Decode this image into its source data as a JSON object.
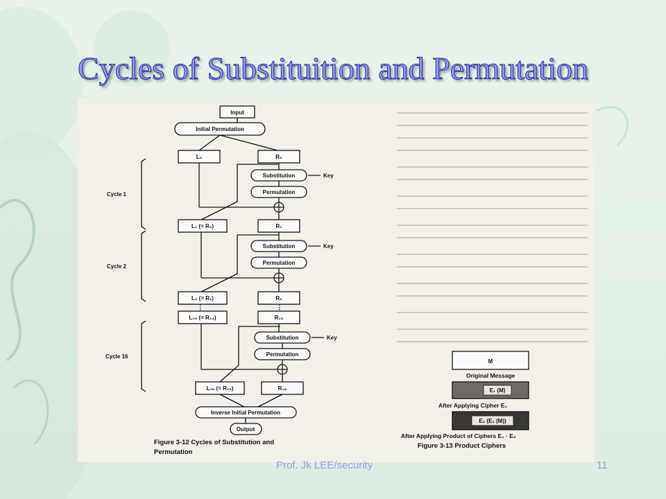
{
  "slide": {
    "title": "Cycles of Substituition and Permutation",
    "footer_left": "Prof. Jk LEE/security",
    "page_number": "11",
    "colors": {
      "background": "#e5f1e8",
      "title_fill": "#9b9bf0",
      "title_outline": "#232690",
      "footer_text": "#9b9bd6"
    }
  },
  "diagram": {
    "input": "Input",
    "initial_permutation": "Initial Permutation",
    "l0": "L₀",
    "r0": "R₀",
    "substitution": "Substitution",
    "permutation": "Permutation",
    "key": "Key",
    "l1": "L₁ (= R₀)",
    "r1": "R₁",
    "l2": "L₂ (= R₁)",
    "r2": "R₂",
    "l15": "L₁₅ (= R₁₄)",
    "r15": "R₁₅",
    "l16": "L₁₆ (= R₁₅)",
    "r16": "R₁₆",
    "cycle1": "Cycle 1",
    "cycle2": "Cycle 2",
    "cycle16": "Cycle 16",
    "inverse_permutation": "Inverse Initial Permutation",
    "output": "Output",
    "xor_symbol": "⊕",
    "ellipsis": "⋮",
    "figure_caption_line1": "Figure 3-12    Cycles of Substitution and",
    "figure_caption_line2": "Permutation"
  },
  "product_ciphers": {
    "m_label": "M",
    "original_message": "Original Message",
    "e1_label": "E₁ (M)",
    "after_cipher_e1": "After Applying Cipher E₁",
    "e2_label": "E₂ (E₁ (M))",
    "after_product": "After Applying Product of Ciphers E₁ · E₂",
    "figure_caption": "Figure 3-13    Product Ciphers"
  }
}
